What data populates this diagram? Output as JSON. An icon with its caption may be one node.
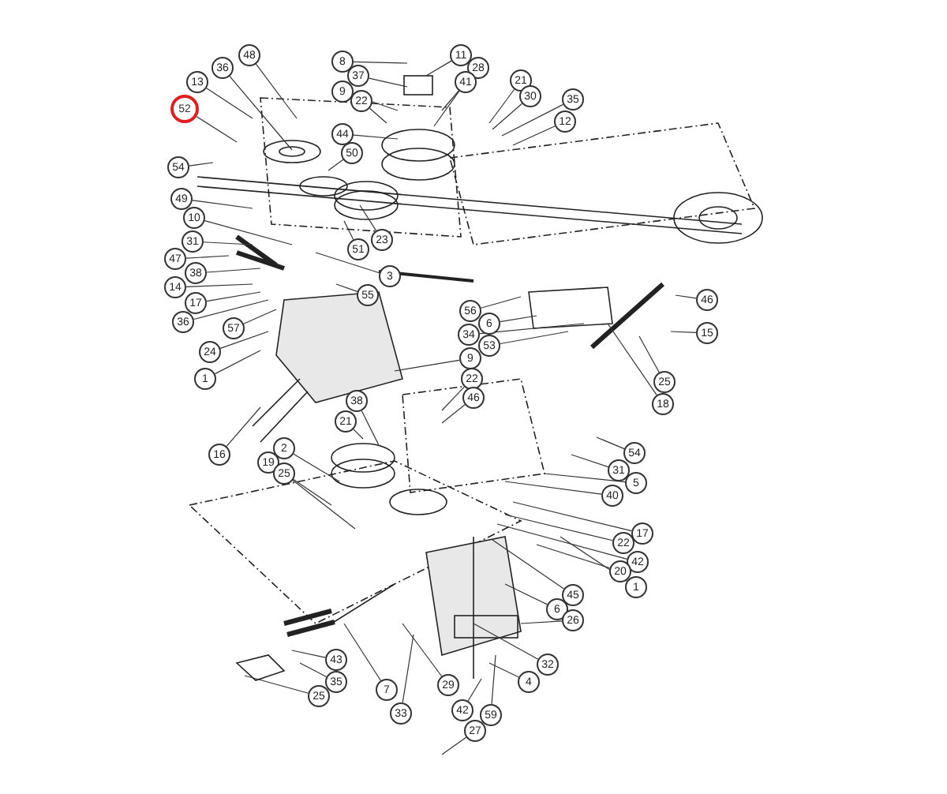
{
  "diagram": {
    "nodes": [
      {
        "text": [
          "48"
        ]
      },
      {
        "text": [
          "8"
        ]
      },
      {
        "text": [
          "11"
        ]
      },
      {
        "text": [
          "36"
        ]
      },
      {
        "text": [
          "37"
        ]
      },
      {
        "text": [
          "28"
        ]
      },
      {
        "text": [
          "13"
        ]
      },
      {
        "text": [
          "41"
        ]
      },
      {
        "text": [
          "52"
        ]
      },
      {
        "text": [
          "9"
        ]
      },
      {
        "text": [
          "22"
        ]
      },
      {
        "text": [
          "21"
        ]
      },
      {
        "text": [
          "30"
        ]
      },
      {
        "text": [
          "35"
        ]
      },
      {
        "text": [
          "12"
        ]
      },
      {
        "text": [
          "44"
        ]
      },
      {
        "text": [
          "50"
        ]
      },
      {
        "text": [
          "54"
        ]
      },
      {
        "text": [
          "49"
        ]
      },
      {
        "text": [
          "10"
        ]
      },
      {
        "text": [
          "23"
        ]
      },
      {
        "text": [
          "51"
        ]
      },
      {
        "text": [
          "31"
        ]
      },
      {
        "text": [
          "47"
        ]
      },
      {
        "text": [
          "38"
        ]
      },
      {
        "text": [
          "3"
        ]
      },
      {
        "text": [
          "14"
        ]
      },
      {
        "text": [
          "17"
        ]
      },
      {
        "text": [
          "55"
        ]
      },
      {
        "text": [
          "36"
        ]
      },
      {
        "text": [
          "57"
        ]
      },
      {
        "text": [
          "24"
        ]
      },
      {
        "text": [
          "1"
        ]
      },
      {
        "text": [
          "56"
        ]
      },
      {
        "text": [
          "6"
        ]
      },
      {
        "text": [
          "34"
        ]
      },
      {
        "text": [
          "53"
        ]
      },
      {
        "text": [
          "9"
        ]
      },
      {
        "text": [
          "46"
        ]
      },
      {
        "text": [
          "15"
        ]
      },
      {
        "text": [
          "25"
        ]
      },
      {
        "text": [
          "18"
        ]
      },
      {
        "text": [
          "22"
        ]
      },
      {
        "text": [
          "46"
        ]
      },
      {
        "text": [
          "38"
        ]
      },
      {
        "text": [
          "21"
        ]
      },
      {
        "text": [
          "16"
        ]
      },
      {
        "text": [
          "2"
        ]
      },
      {
        "text": [
          "19"
        ]
      },
      {
        "text": [
          "25"
        ]
      },
      {
        "text": [
          "54"
        ]
      },
      {
        "text": [
          "31"
        ]
      },
      {
        "text": [
          "5"
        ]
      },
      {
        "text": [
          "40"
        ]
      },
      {
        "text": [
          "17"
        ]
      },
      {
        "text": [
          "22"
        ]
      },
      {
        "text": [
          "42"
        ]
      },
      {
        "text": [
          "20"
        ]
      },
      {
        "text": [
          "1"
        ]
      },
      {
        "text": [
          "45"
        ]
      },
      {
        "text": [
          "6"
        ]
      },
      {
        "text": [
          "26"
        ]
      },
      {
        "text": [
          "32"
        ]
      },
      {
        "text": [
          "4"
        ]
      },
      {
        "text": [
          "43"
        ]
      },
      {
        "text": [
          "35"
        ]
      },
      {
        "text": [
          "25"
        ]
      },
      {
        "text": [
          "7"
        ]
      },
      {
        "text": [
          "29"
        ]
      },
      {
        "text": [
          "33"
        ]
      },
      {
        "text": [
          "42"
        ]
      },
      {
        "text": [
          "59"
        ]
      },
      {
        "text": [
          "27"
        ]
      }
    ],
    "edges": [
      {
        "from": 0,
        "to": null,
        "arrow": "none"
      },
      {
        "from": 1,
        "to": null,
        "arrow": "none"
      },
      {
        "from": 2,
        "to": null,
        "arrow": "none"
      },
      {
        "from": 3,
        "to": null,
        "arrow": "none"
      },
      {
        "from": 4,
        "to": null,
        "arrow": "none"
      },
      {
        "from": 5,
        "to": null,
        "arrow": "none"
      },
      {
        "from": 6,
        "to": null,
        "arrow": "none"
      },
      {
        "from": 7,
        "to": null,
        "arrow": "none"
      },
      {
        "from": 8,
        "to": null,
        "arrow": "none"
      },
      {
        "from": 9,
        "to": null,
        "arrow": "none"
      },
      {
        "from": 10,
        "to": null,
        "arrow": "none"
      },
      {
        "from": 11,
        "to": null,
        "arrow": "none"
      },
      {
        "from": 12,
        "to": null,
        "arrow": "none"
      },
      {
        "from": 13,
        "to": null,
        "arrow": "none"
      },
      {
        "from": 14,
        "to": null,
        "arrow": "none"
      },
      {
        "from": 15,
        "to": null,
        "arrow": "none"
      },
      {
        "from": 16,
        "to": null,
        "arrow": "none"
      },
      {
        "from": 17,
        "to": null,
        "arrow": "none"
      },
      {
        "from": 18,
        "to": null,
        "arrow": "none"
      },
      {
        "from": 19,
        "to": null,
        "arrow": "none"
      },
      {
        "from": 20,
        "to": null,
        "arrow": "none"
      },
      {
        "from": 21,
        "to": null,
        "arrow": "none"
      },
      {
        "from": 22,
        "to": null,
        "arrow": "none"
      },
      {
        "from": 23,
        "to": null,
        "arrow": "none"
      },
      {
        "from": 24,
        "to": null,
        "arrow": "none"
      },
      {
        "from": 25,
        "to": null,
        "arrow": "none"
      },
      {
        "from": 26,
        "to": null,
        "arrow": "none"
      },
      {
        "from": 27,
        "to": null,
        "arrow": "none"
      },
      {
        "from": 28,
        "to": null,
        "arrow": "none"
      },
      {
        "from": 29,
        "to": null,
        "arrow": "none"
      },
      {
        "from": 30,
        "to": null,
        "arrow": "none"
      },
      {
        "from": 31,
        "to": null,
        "arrow": "none"
      },
      {
        "from": 32,
        "to": null,
        "arrow": "none"
      },
      {
        "from": 33,
        "to": null,
        "arrow": "none"
      },
      {
        "from": 34,
        "to": null,
        "arrow": "none"
      },
      {
        "from": 35,
        "to": null,
        "arrow": "none"
      },
      {
        "from": 36,
        "to": null,
        "arrow": "none"
      },
      {
        "from": 37,
        "to": null,
        "arrow": "none"
      },
      {
        "from": 38,
        "to": null,
        "arrow": "none"
      },
      {
        "from": 39,
        "to": null,
        "arrow": "none"
      },
      {
        "from": 40,
        "to": null,
        "arrow": "none"
      },
      {
        "from": 41,
        "to": null,
        "arrow": "none"
      },
      {
        "from": 42,
        "to": null,
        "arrow": "none"
      },
      {
        "from": 43,
        "to": null,
        "arrow": "none"
      },
      {
        "from": 44,
        "to": null,
        "arrow": "none"
      },
      {
        "from": 45,
        "to": null,
        "arrow": "none"
      },
      {
        "from": 46,
        "to": null,
        "arrow": "none"
      },
      {
        "from": 47,
        "to": null,
        "arrow": "none"
      },
      {
        "from": 48,
        "to": null,
        "arrow": "none"
      },
      {
        "from": 49,
        "to": null,
        "arrow": "none"
      },
      {
        "from": 50,
        "to": null,
        "arrow": "none"
      },
      {
        "from": 51,
        "to": null,
        "arrow": "none"
      },
      {
        "from": 52,
        "to": null,
        "arrow": "none"
      },
      {
        "from": 53,
        "to": null,
        "arrow": "none"
      },
      {
        "from": 54,
        "to": null,
        "arrow": "none"
      },
      {
        "from": 55,
        "to": null,
        "arrow": "none"
      },
      {
        "from": 56,
        "to": null,
        "arrow": "none"
      },
      {
        "from": 57,
        "to": null,
        "arrow": "none"
      },
      {
        "from": 58,
        "to": null,
        "arrow": "none"
      },
      {
        "from": 59,
        "to": null,
        "arrow": "none"
      },
      {
        "from": 60,
        "to": null,
        "arrow": "none"
      },
      {
        "from": 61,
        "to": null,
        "arrow": "none"
      },
      {
        "from": 62,
        "to": null,
        "arrow": "none"
      },
      {
        "from": 63,
        "to": null,
        "arrow": "none"
      },
      {
        "from": 64,
        "to": null,
        "arrow": "none"
      },
      {
        "from": 65,
        "to": null,
        "arrow": "none"
      },
      {
        "from": 66,
        "to": null,
        "arrow": "none"
      },
      {
        "from": 67,
        "to": null,
        "arrow": "none"
      },
      {
        "from": 68,
        "to": null,
        "arrow": "none"
      },
      {
        "from": 69,
        "to": null,
        "arrow": "none"
      },
      {
        "from": 70,
        "to": null,
        "arrow": "none"
      },
      {
        "from": 71,
        "to": null,
        "arrow": "none"
      },
      {
        "from": 72,
        "to": null,
        "arrow": "none"
      }
    ]
  }
}
